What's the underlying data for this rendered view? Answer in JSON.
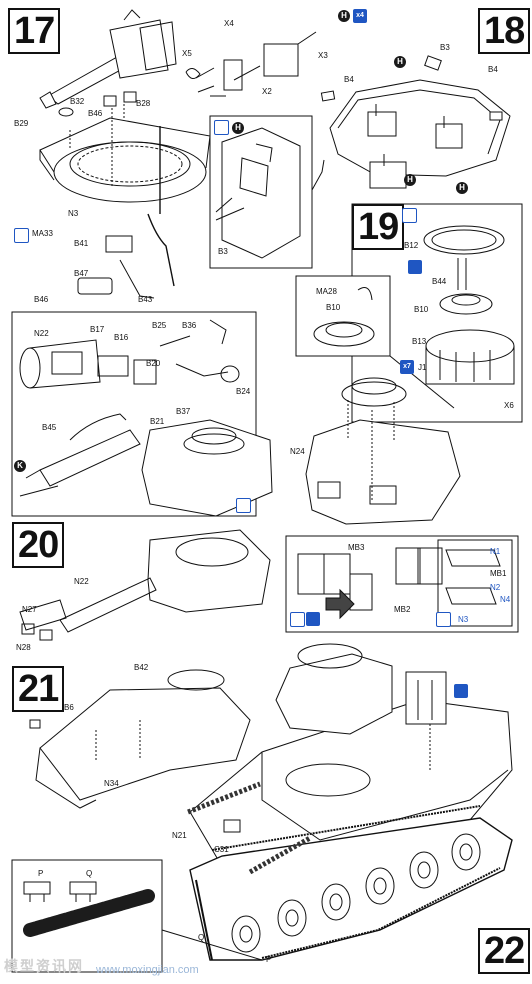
{
  "steps": [
    "17",
    "18",
    "19",
    "20",
    "21",
    "22"
  ],
  "badges": {
    "h": "H",
    "k": "K",
    "x4": "x4",
    "x7": "x7"
  },
  "labels": {
    "s17": [
      "X4",
      "X5",
      "X3",
      "X2",
      "B32",
      "B28",
      "B46",
      "B29",
      "N3",
      "MA33",
      "B46",
      "B41",
      "B47",
      "B43"
    ],
    "s17_inset": [
      "B3"
    ],
    "s18": [
      "B3",
      "B4",
      "B4"
    ],
    "s19": [
      "B12",
      "B44",
      "B10",
      "B13",
      "J1",
      "X6",
      "MA28",
      "B10"
    ],
    "s20_panel": [
      "N22",
      "B17",
      "B16",
      "B25",
      "B36",
      "B20",
      "B24",
      "B21",
      "B37",
      "B45"
    ],
    "s20": [
      "N24",
      "N22",
      "N27",
      "N28"
    ],
    "mb": [
      "MB3",
      "MB2",
      "N1",
      "MB1",
      "N2",
      "N4",
      "N3"
    ],
    "s21": [
      "B42",
      "B6",
      "N34",
      "N21",
      "C31"
    ],
    "s22": [
      "P",
      "Q",
      "Q",
      "P"
    ]
  },
  "watermark": {
    "text": "模型资讯网",
    "url": "www.moxingjian.com"
  },
  "icons": [
    "glue-icon",
    "paint-icon",
    "arrow-icon"
  ],
  "colors": {
    "ink": "#111111",
    "accent": "#1f56c2",
    "track": "#1a1a1a"
  }
}
